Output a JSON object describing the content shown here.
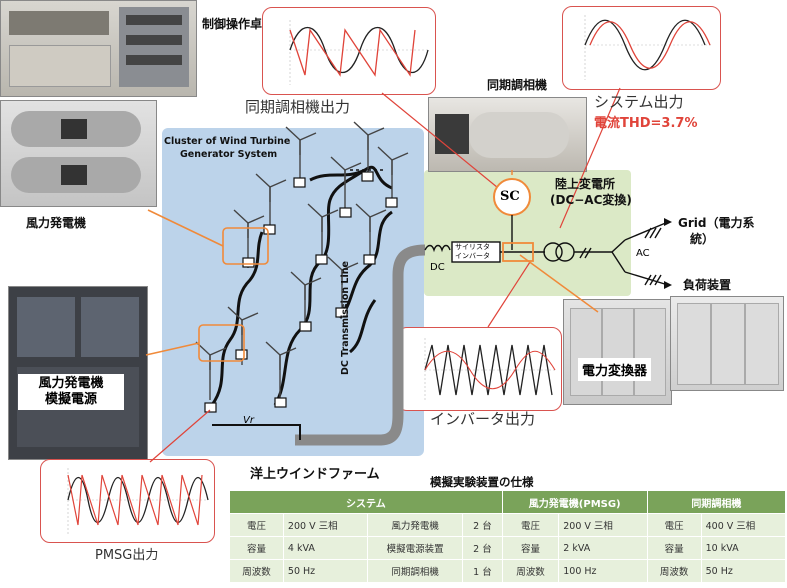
{
  "labels": {
    "control_desk": "制御操作卓",
    "wind_generator": "風力発電機",
    "sim_power_1": "風力発電機",
    "sim_power_2": "模擬電源",
    "cluster_1": "Cluster of Wind Turbine",
    "cluster_2": "Generator System",
    "dc_line": "DC Transmission Line",
    "vr": "Vr",
    "offshore_farm": "洋上ウインドファーム",
    "sync_out": "同期調相機出力",
    "sync_machine": "同期調相機",
    "system_out": "システム出力",
    "thd": "電流THD=3.7%",
    "substation_1": "陸上変電所",
    "substation_2": "(DC−AC変換)",
    "sc": "SC",
    "thyristor_1": "サイリスタ",
    "thyristor_2": "インバータ",
    "dc": "DC",
    "ac": "AC",
    "grid_1": "Grid（電力系",
    "grid_2": "統）",
    "load": "負荷装置",
    "power_converter": "電力変換器",
    "inverter_out": "インバータ出力",
    "pmsg_out": "PMSG出力"
  },
  "colors": {
    "accent_red": "#e0443a",
    "offshore_blue": "#bcd3ea",
    "substation_green": "#dbe9c6",
    "orange": "#f08a3a",
    "table_header": "#7aa35a",
    "table_cell": "#e7f0dc"
  },
  "spec_table": {
    "title": "模擬実験装置の仕様",
    "groups": [
      "システム",
      "風力発電機(PMSG)",
      "同期調相機"
    ],
    "rows": [
      {
        "a": "電圧",
        "b": "200 V 三相",
        "c": "風力発電機",
        "d": "2 台",
        "e": "電圧",
        "f": "200 V 三相",
        "g": "電圧",
        "h": "400 V 三相"
      },
      {
        "a": "容量",
        "b": "4 kVA",
        "c": "模擬電源装置",
        "d": "2 台",
        "e": "容量",
        "f": "2 kVA",
        "g": "容量",
        "h": "10 kVA"
      },
      {
        "a": "周波数",
        "b": "50 Hz",
        "c": "同期調相機",
        "d": "1 台",
        "e": "周波数",
        "f": "100 Hz",
        "g": "周波数",
        "h": "50 Hz"
      }
    ]
  }
}
